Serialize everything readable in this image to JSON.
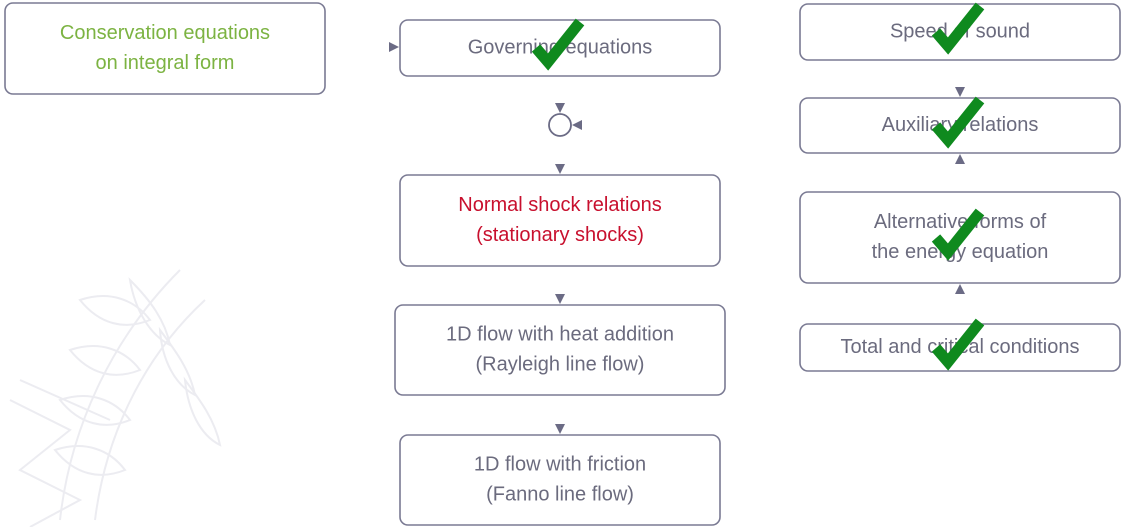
{
  "colors": {
    "box_border": "#7a7a93",
    "arrow": "#6b6b85",
    "text_default": "#6b6b7e",
    "text_highlight_green": "#7cb342",
    "text_highlight_red": "#c8102e",
    "check": "#0f8a1e",
    "watermark": "#ececf1"
  },
  "nodes": {
    "conservation": {
      "lines": [
        "Conservation equations",
        "on integral form"
      ],
      "text_color": "#7cb342",
      "checked": false
    },
    "governing": {
      "lines": [
        "Governing equations"
      ],
      "text_color": "#6b6b7e",
      "checked": true
    },
    "normal_shock": {
      "lines": [
        "Normal shock relations",
        "(stationary shocks)"
      ],
      "text_color": "#c8102e",
      "checked": false
    },
    "rayleigh": {
      "lines": [
        "1D flow with heat addition",
        "(Rayleigh line flow)"
      ],
      "text_color": "#6b6b7e",
      "checked": false
    },
    "fanno": {
      "lines": [
        "1D flow with friction",
        "(Fanno line flow)"
      ],
      "text_color": "#6b6b7e",
      "checked": false
    },
    "speed_of_sound": {
      "lines": [
        "Speed of sound"
      ],
      "text_color": "#6b6b7e",
      "checked": true
    },
    "auxiliary": {
      "lines": [
        "Auxiliary relations"
      ],
      "text_color": "#6b6b7e",
      "checked": true
    },
    "alt_energy": {
      "lines": [
        "Alternative forms of",
        "the energy equation"
      ],
      "text_color": "#6b6b7e",
      "checked": true
    },
    "total_critical": {
      "lines": [
        "Total and critical conditions"
      ],
      "text_color": "#6b6b7e",
      "checked": true
    }
  },
  "icons": {
    "junction": "circle-junction-icon",
    "check": "check-icon",
    "watermark": "laurel-watermark-icon"
  }
}
